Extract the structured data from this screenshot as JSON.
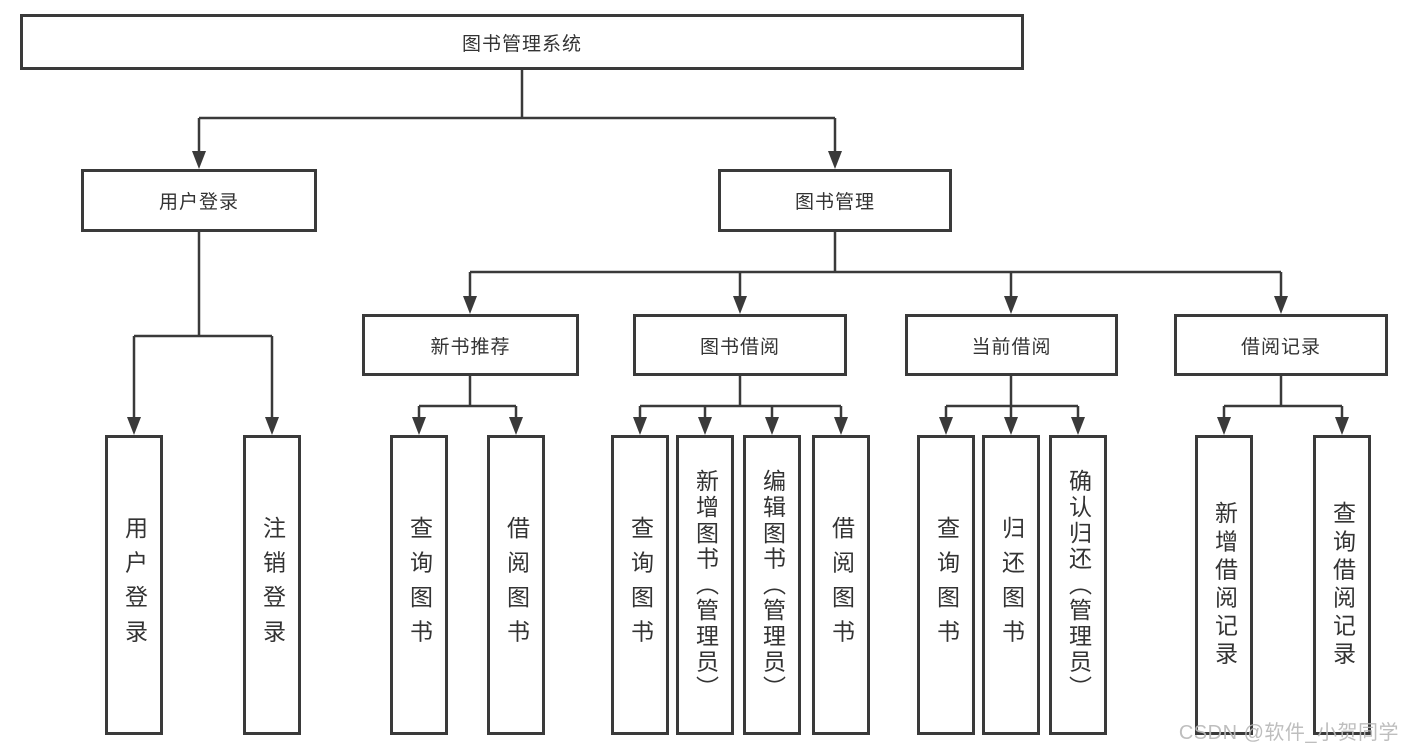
{
  "diagram": {
    "root": {
      "label": "图书管理系统"
    },
    "branches": [
      {
        "label": "用户登录",
        "children": [
          {
            "label": "用户登录"
          },
          {
            "label": "注销登录"
          }
        ]
      },
      {
        "label": "图书管理",
        "children": [
          {
            "label": "新书推荐",
            "children": [
              {
                "label": "查询图书"
              },
              {
                "label": "借阅图书"
              }
            ]
          },
          {
            "label": "图书借阅",
            "children": [
              {
                "label": "查询图书"
              },
              {
                "label": "新增图书（管理员）"
              },
              {
                "label": "编辑图书（管理员）"
              },
              {
                "label": "借阅图书"
              }
            ]
          },
          {
            "label": "当前借阅",
            "children": [
              {
                "label": "查询图书"
              },
              {
                "label": "归还图书"
              },
              {
                "label": "确认归还（管理员）"
              }
            ]
          },
          {
            "label": "借阅记录",
            "children": [
              {
                "label": "新增借阅记录"
              },
              {
                "label": "查询借阅记录"
              }
            ]
          }
        ]
      }
    ]
  },
  "watermark": "CSDN @软件_小贺同学",
  "colors": {
    "line": "#3a3a3a",
    "text": "#333333",
    "background": "#ffffff",
    "watermark": "#b9b9b9"
  }
}
